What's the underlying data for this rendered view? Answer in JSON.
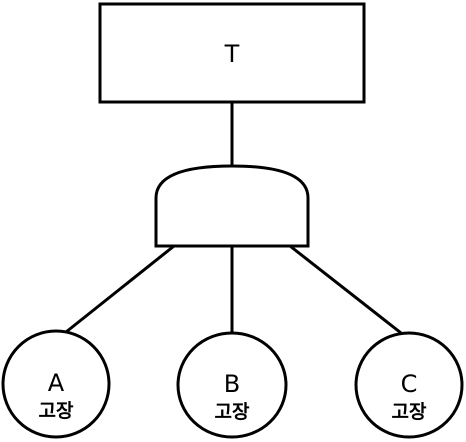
{
  "top_event": {
    "label": "T"
  },
  "gate": {
    "type": "AND"
  },
  "basic_events": [
    {
      "letter": "A",
      "word": "고장"
    },
    {
      "letter": "B",
      "word": "고장"
    },
    {
      "letter": "C",
      "word": "고장"
    }
  ]
}
